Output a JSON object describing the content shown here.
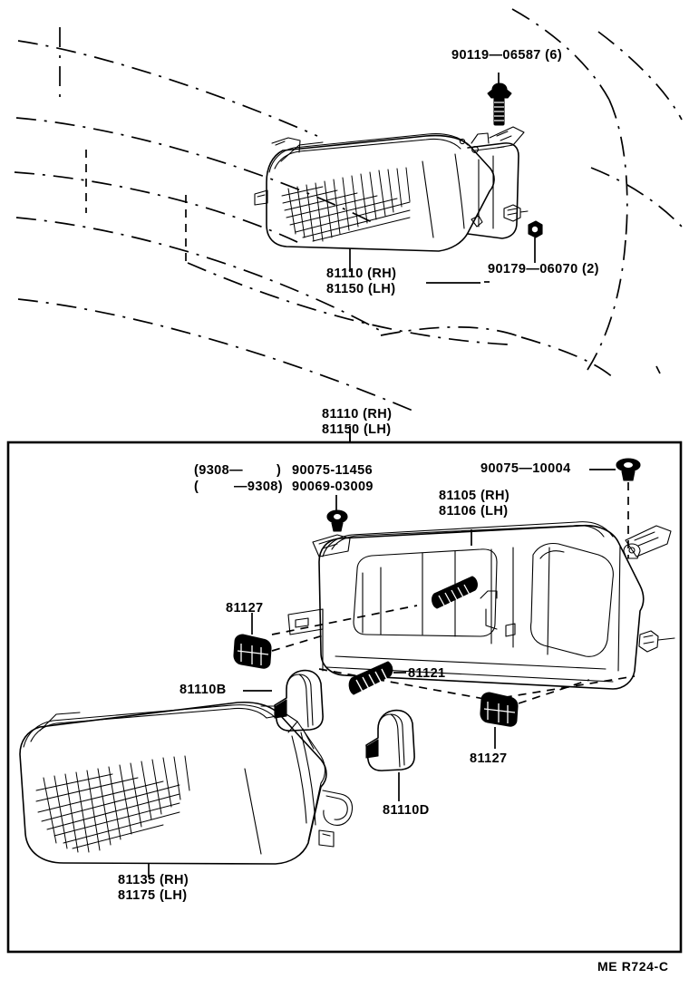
{
  "sheet": {
    "footer_code": "ME R724-C"
  },
  "upper_figure": {
    "labels": {
      "bolt": "90119—06587 (6)",
      "nut": "90179—06070 (2)",
      "headlamp_rh": "81110 (RH)",
      "headlamp_lh": "81150 (LH)"
    }
  },
  "center": {
    "headlamp_rh": "81110 (RH)",
    "headlamp_lh": "81150 (LH)"
  },
  "lower_figure": {
    "labels": {
      "clip_date_from": "(9308—",
      "clip_date_from_close": ")",
      "clip_part_new": "90075-11456",
      "clip_date_to_open": "(",
      "clip_date_to": "—9308)",
      "clip_part_old": "90069-03009",
      "grommet": "90075—10004",
      "housing_rh": "81105 (RH)",
      "housing_lh": "81106 (LH)",
      "socket_left": "81127",
      "socket_right": "81127",
      "bulb_high": "81110B",
      "bulb_low": "81110D",
      "spring": "81121",
      "lens_rh": "81135 (RH)",
      "lens_lh": "81175 (LH)"
    }
  },
  "style": {
    "line_color": "#000000",
    "background": "#ffffff"
  }
}
